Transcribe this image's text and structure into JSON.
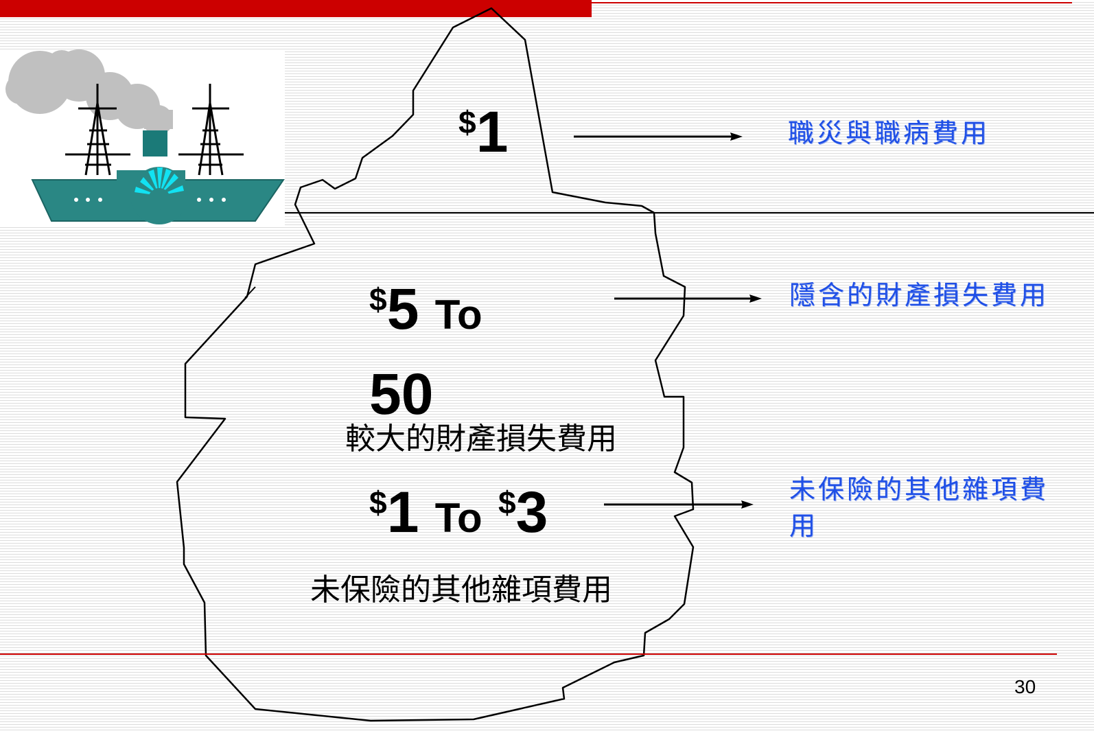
{
  "slide": {
    "page_number": "30",
    "accent_color": "#cc0000",
    "label_color": "#1f4fe6"
  },
  "iceberg": {
    "tip": {
      "symbol": "$",
      "amount": "1"
    },
    "middle": {
      "symbol": "$",
      "amount": "5",
      "to": "To",
      "amount_end": "50",
      "caption": "較大的財產損失費用"
    },
    "bottom": {
      "symbol_start": "$",
      "amount_start": "1",
      "to": "To",
      "symbol_end": "$",
      "amount_end": "3",
      "caption": "未保險的其他雜項費用"
    }
  },
  "labels": [
    {
      "text": "職災與職病費用"
    },
    {
      "text": "隱含的財產損失費用"
    },
    {
      "line1": "未保險的其他雜項費",
      "line2": "用"
    }
  ],
  "icons": {
    "ship": "steamship-icon"
  }
}
